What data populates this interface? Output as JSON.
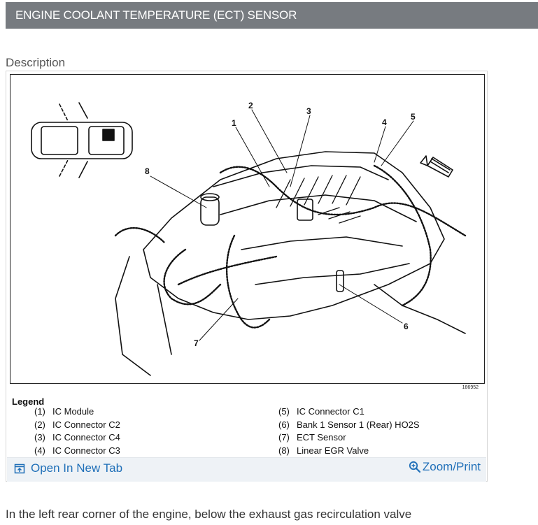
{
  "header": {
    "title": "ENGINE COOLANT TEMPERATURE (ECT) SENSOR"
  },
  "description_label": "Description",
  "figure": {
    "figure_id": "186952",
    "callouts": [
      "1",
      "2",
      "3",
      "4",
      "5",
      "6",
      "7",
      "8"
    ]
  },
  "legend": {
    "title": "Legend",
    "left": [
      {
        "num": "(1)",
        "label": "IC Module"
      },
      {
        "num": "(2)",
        "label": "IC Connector C2"
      },
      {
        "num": "(3)",
        "label": "IC Connector C4"
      },
      {
        "num": "(4)",
        "label": "IC Connector C3"
      }
    ],
    "right": [
      {
        "num": "(5)",
        "label": "IC Connector C1"
      },
      {
        "num": "(6)",
        "label": "Bank 1 Sensor 1 (Rear) HO2S"
      },
      {
        "num": "(7)",
        "label": "ECT Sensor"
      },
      {
        "num": "(8)",
        "label": "Linear EGR Valve"
      }
    ]
  },
  "toolbar": {
    "open_tab_label": "Open In New Tab",
    "open_tab_icon": "external-tab-icon",
    "zoom_print_label": "Zoom/Print",
    "zoom_print_icon": "zoom-in-icon",
    "link_color": "#1f6fb8"
  },
  "answer": "In the left rear corner of the engine, below the exhaust gas recirculation valve"
}
